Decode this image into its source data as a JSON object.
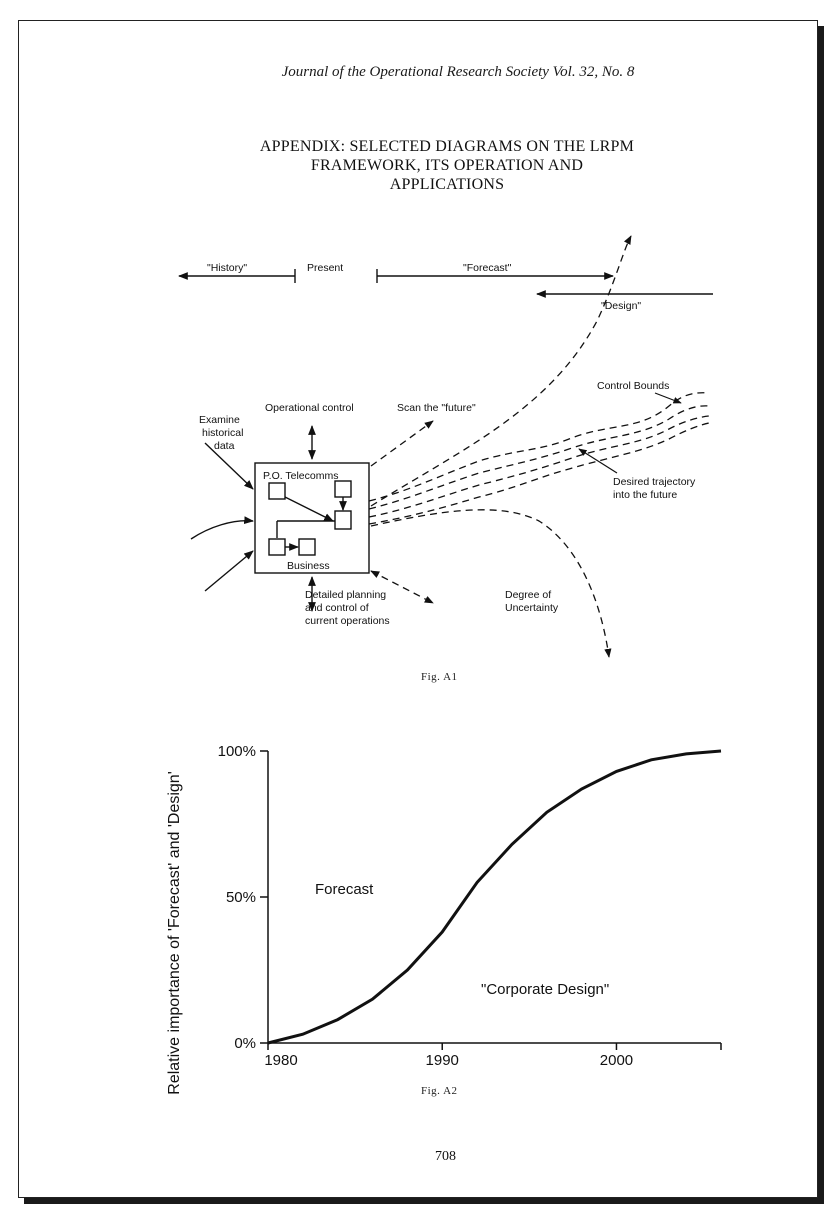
{
  "header": {
    "journal": "Journal of the Operational Research Society Vol. 32, No. 8"
  },
  "appendix": {
    "title_lines": [
      "APPENDIX: SELECTED DIAGRAMS ON THE LRPM",
      "FRAMEWORK, ITS OPERATION AND",
      "APPLICATIONS"
    ]
  },
  "fig_a1": {
    "caption": "Fig. A1",
    "labels": {
      "history": "\"History\"",
      "present": "Present",
      "forecast": "\"Forecast\"",
      "design": "\"Design\"",
      "control_bounds": "Control Bounds",
      "operational_control": "Operational control",
      "scan_future": "Scan the \"future\"",
      "examine": [
        "Examine",
        "historical",
        "data"
      ],
      "po_telecomms": "P.O. Telecomms",
      "business": "Business",
      "desired": [
        "Desired trajectory",
        "into the future"
      ],
      "detailed": [
        "Detailed planning",
        "and control of",
        "current operations"
      ],
      "uncertainty": [
        "Degree of",
        "Uncertainty"
      ]
    }
  },
  "fig_a2": {
    "caption": "Fig. A2",
    "labels": {
      "forecast": "Forecast",
      "corporate_design": "\"Corporate Design\""
    }
  },
  "chart_data": {
    "type": "line",
    "ylabel": "Relative importance of 'Forecast' and 'Design'",
    "xlabel": "",
    "x_ticks": [
      "1980",
      "1990",
      "2000"
    ],
    "y_ticks": [
      "0%",
      "50%",
      "100%"
    ],
    "xlim": [
      1980,
      2006
    ],
    "ylim": [
      0,
      100
    ],
    "series": [
      {
        "x": [
          1980,
          1982,
          1984,
          1986,
          1988,
          1990,
          1992,
          1994,
          1996,
          1998,
          2000,
          2002,
          2004,
          2006
        ],
        "y": [
          0,
          3,
          8,
          15,
          25,
          38,
          55,
          68,
          79,
          87,
          93,
          97,
          99,
          100
        ]
      }
    ]
  },
  "footer": {
    "page_number": "708"
  }
}
